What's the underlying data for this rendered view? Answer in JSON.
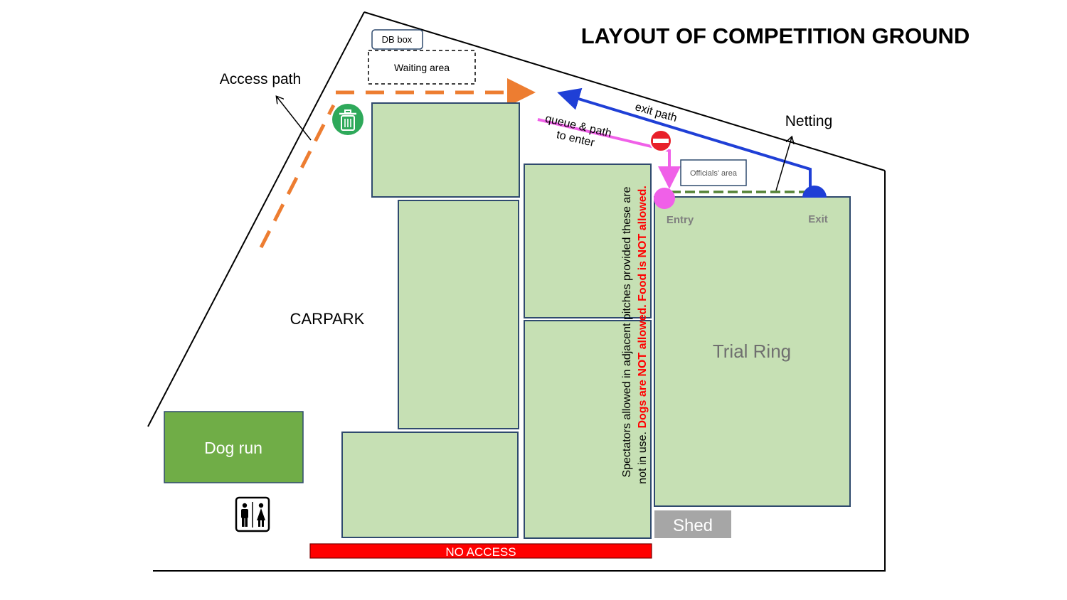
{
  "title": "LAYOUT OF COMPETITION GROUND",
  "labels": {
    "access_path": "Access path",
    "db_box": "DB box",
    "waiting_area": "Waiting area",
    "exit_path": "exit path",
    "queue_line1": "queue & path",
    "queue_line2": "to enter",
    "netting": "Netting",
    "officials_area": "Officials' area",
    "entry": "Entry",
    "exit": "Exit",
    "carpark": "CARPARK",
    "trial_ring": "Trial Ring",
    "dog_run": "Dog run",
    "shed": "Shed",
    "no_access": "NO ACCESS",
    "spectators_line1": "Spectators allowed in adjacent pitches provided these are",
    "spectators_line2_plain": "not in use. ",
    "spectators_line2_red": "Dogs are NOT allowed. Food is NOT allowed."
  },
  "colors": {
    "pitch_fill": "#c6e0b4",
    "pitch_stroke": "#2f4a6e",
    "dog_run_fill": "#70ad47",
    "access_path": "#ed7d31",
    "exit_path": "#1f3fd6",
    "queue_path": "#f060e8",
    "netting": "#548235",
    "no_access": "#ff0000",
    "shed": "#a6a6a6",
    "bin": "#2ea95a",
    "no_entry": "#e8202a",
    "warning_text": "#ff0000"
  },
  "icons": {
    "bin": "trash-bin-icon",
    "no_entry": "no-entry-icon",
    "toilets": "toilets-icon"
  }
}
